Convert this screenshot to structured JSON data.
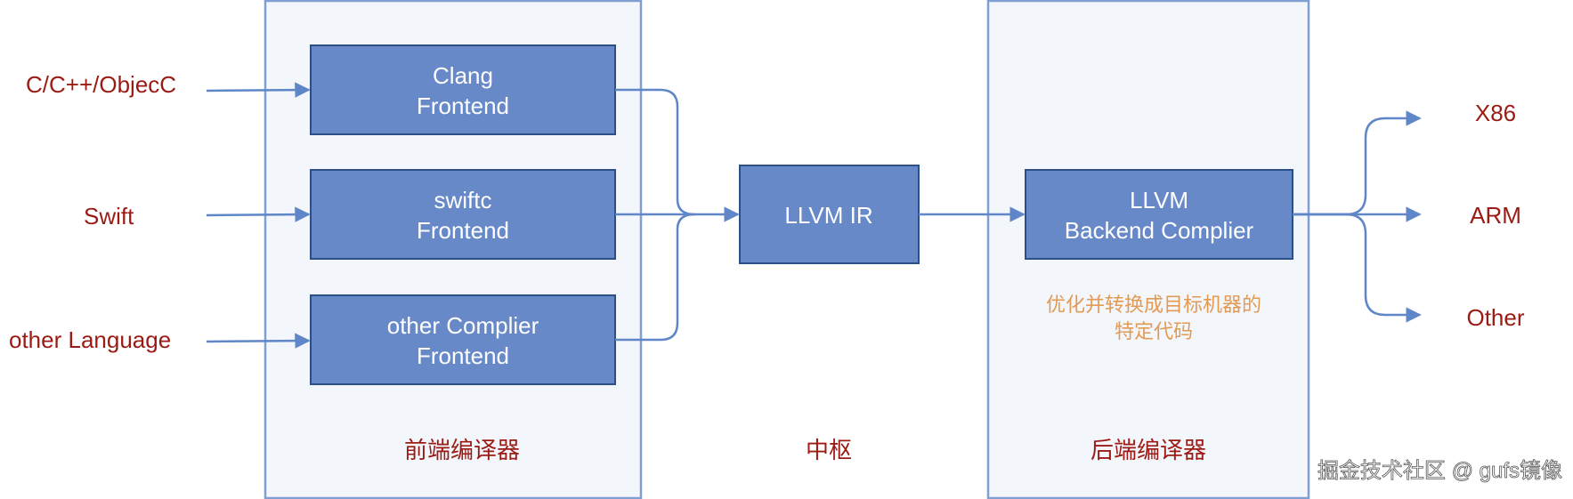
{
  "inputs": {
    "lang1": "C/C++/ObjecC",
    "lang2": "Swift",
    "lang3": "other Language"
  },
  "frontend": {
    "section_label": "前端编译器",
    "box1": {
      "line1": "Clang",
      "line2": "Frontend"
    },
    "box2": {
      "line1": "swiftc",
      "line2": "Frontend"
    },
    "box3": {
      "line1": "other Complier",
      "line2": "Frontend"
    }
  },
  "middle": {
    "box": "LLVM IR",
    "section_label": "中枢"
  },
  "backend": {
    "box": {
      "line1": "LLVM",
      "line2": "Backend Complier"
    },
    "note": {
      "line1": "优化并转换成目标机器的",
      "line2": "特定代码"
    },
    "section_label": "后端编译器"
  },
  "outputs": {
    "out1": "X86",
    "out2": "ARM",
    "out3": "Other"
  },
  "watermark": "掘金技术社区 @ gufs镜像",
  "colors": {
    "box_fill": "#6789c8",
    "panel_fill": "#f3f6fb",
    "panel_border": "#7f9fd3",
    "arrow": "#5f86c6",
    "label_red": "#9b1b14",
    "note_orange": "#e39a52"
  }
}
